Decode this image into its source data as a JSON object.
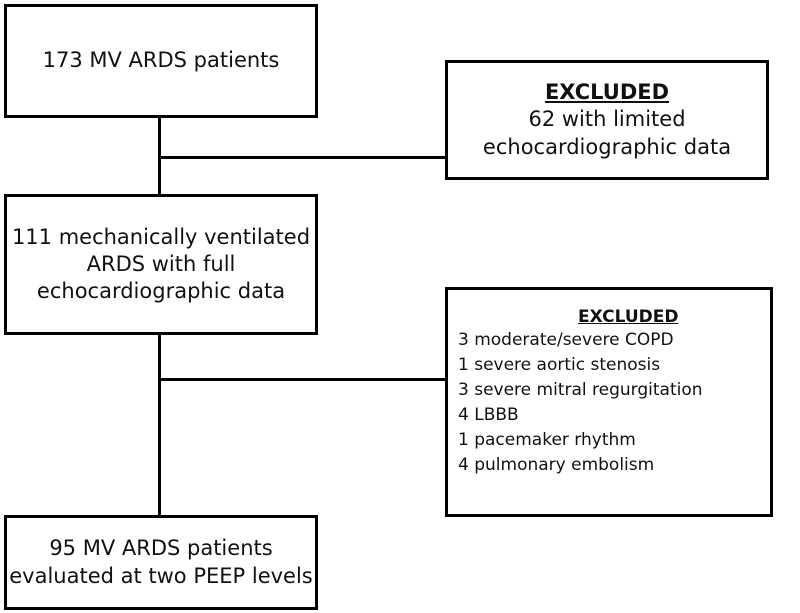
{
  "box1": {
    "text": "173 MV ARDS patients"
  },
  "excluded1": {
    "header": "EXCLUDED",
    "lines": [
      "62 with limited",
      "echocardiographic data"
    ]
  },
  "box2": {
    "lines": [
      "111 mechanically ventilated",
      "ARDS with full",
      "echocardiographic data"
    ]
  },
  "excluded2": {
    "header": "EXCLUDED",
    "items": [
      "3 moderate/severe COPD",
      "1 severe aortic stenosis",
      "3 severe mitral regurgitation",
      "4 LBBB",
      "1 pacemaker rhythm",
      "4 pulmonary embolism"
    ]
  },
  "box3": {
    "lines": [
      "95 MV ARDS patients",
      "evaluated at two PEEP levels"
    ]
  }
}
